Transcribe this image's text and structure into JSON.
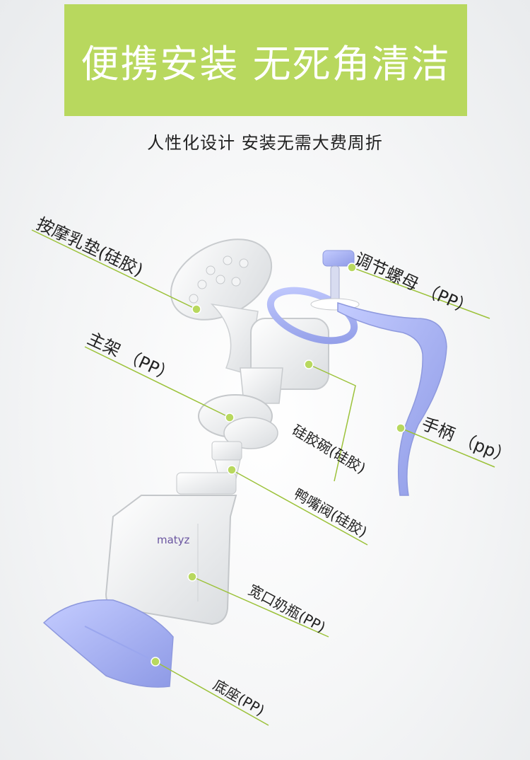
{
  "banner": {
    "title": "便携安装 无死角清洁",
    "color": "#b8d85e"
  },
  "subtitle": "人性化设计 安装无需大费周折",
  "brand_logo": "matyz",
  "parts": {
    "massage_pad": "按摩乳垫(硅胶)",
    "adjust_nut": "调节螺母 （PP）",
    "main_frame": "主架 （PP）",
    "silicone_bowl": "硅胶碗(硅胶)",
    "handle": "手柄 （pp）",
    "duckbill_valve": "鸭嘴阀(硅胶)",
    "wide_bottle": "宽口奶瓶(PP)",
    "base": "底座(PP)"
  },
  "colors": {
    "leader_line": "#9cc23a",
    "dot": "#b8d85e",
    "part_blue": "#a9b4f2",
    "part_clear": "#e6e8ea"
  }
}
